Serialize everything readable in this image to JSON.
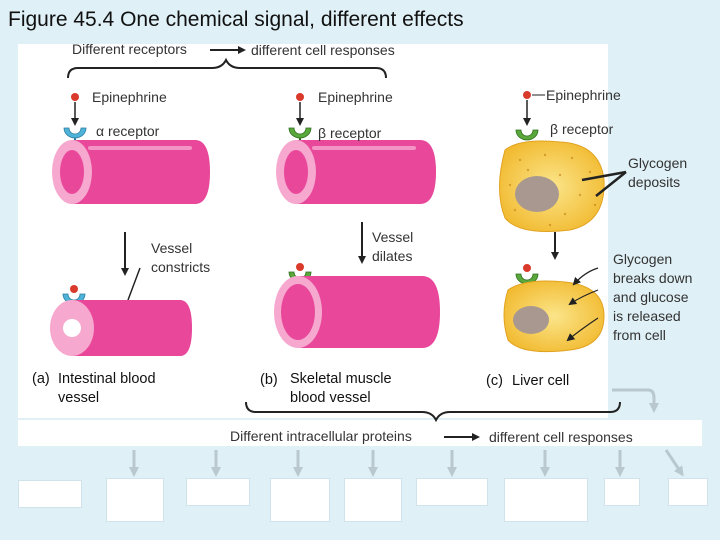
{
  "title": "Figure 45.4 One chemical signal, different effects",
  "top": {
    "left_text": "Different receptors",
    "right_text": "different cell responses"
  },
  "panels": [
    {
      "ligand": "Epinephrine",
      "receptor": "α receptor",
      "response": [
        "Vessel",
        "constricts"
      ],
      "caption_letter": "(a)",
      "caption": [
        "Intestinal blood",
        "vessel"
      ]
    },
    {
      "ligand": "Epinephrine",
      "receptor": "β receptor",
      "response": [
        "Vessel",
        "dilates"
      ],
      "caption_letter": "(b)",
      "caption": [
        "Skeletal muscle",
        "blood vessel"
      ]
    },
    {
      "ligand": "Epinephrine",
      "receptor": "β receptor",
      "glycogen": [
        "Glycogen",
        "deposits"
      ],
      "response": [
        "Glycogen",
        "breaks down",
        "and glucose",
        "is released",
        "from cell"
      ],
      "caption_letter": "(c)",
      "caption": [
        "Liver cell"
      ]
    }
  ],
  "bottom": {
    "left_text": "Different intracellular proteins",
    "right_text": "different cell responses"
  },
  "colors": {
    "vessel_main": "#e8479a",
    "vessel_light": "#f6a8cf",
    "receptor_blue": "#4fb3d9",
    "receptor_green": "#5aa83c",
    "signal_red": "#d93a2b",
    "liver_cell": "#f5c842",
    "nucleus": "#a89890"
  }
}
